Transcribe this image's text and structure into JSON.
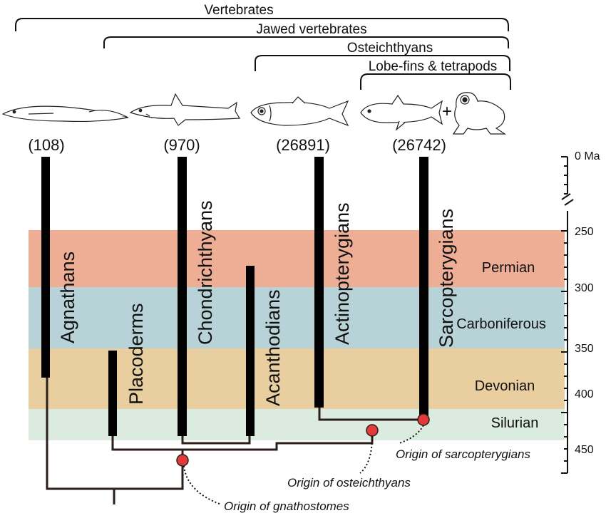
{
  "groups": {
    "vertebrates": "Vertebrates",
    "jawed": "Jawed vertebrates",
    "osteichthyans": "Osteichthyans",
    "lobefins": "Lobe-fins & tetrapods"
  },
  "species_counts": {
    "agnathans": "(108)",
    "chondrichthyans": "(970)",
    "actinopterygians": "(26891)",
    "sarcopterygians": "(26742)"
  },
  "taxa": {
    "agnathans": "Agnathans",
    "placoderms": "Placoderms",
    "chondrichthyans": "Chondrichthyans",
    "acanthodians": "Acanthodians",
    "actinopterygians": "Actinopterygians",
    "sarcopterygians": "Sarcopterygians"
  },
  "periods": [
    {
      "name": "Permian",
      "color": "#eeae96"
    },
    {
      "name": "Carboniferous",
      "color": "#b8d3d8"
    },
    {
      "name": "Devonian",
      "color": "#e9cf9f"
    },
    {
      "name": "Silurian",
      "color": "#dcebe0"
    }
  ],
  "time_axis": {
    "top_label": "0 Ma",
    "ticks": [
      "250",
      "300",
      "350",
      "400",
      "450"
    ]
  },
  "annotations": {
    "gnathostomes": "Origin of gnathostomes",
    "osteichthyans": "Origin of osteichthyans",
    "sarcopterygians": "Origin of sarcopterygians"
  },
  "plus_sign": "+",
  "colors": {
    "bar": "#000000",
    "node": "#e23a3a",
    "line": "#2a1f1a"
  }
}
